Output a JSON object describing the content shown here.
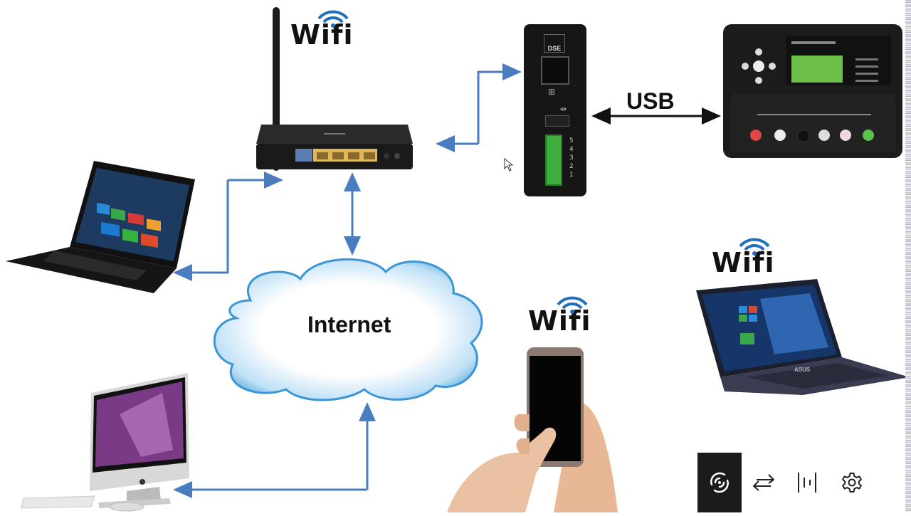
{
  "diagram": {
    "labels": {
      "wifi_router": "Wifi",
      "wifi_phone": "Wifi",
      "wifi_laptop_right": "Wifi",
      "usb": "USB",
      "internet": "Internet"
    },
    "nodes": [
      {
        "id": "router",
        "label": "Wi-Fi router with antenna"
      },
      {
        "id": "dse_gateway",
        "label": "DSE",
        "terminal_numbers": [
          "5",
          "4",
          "3",
          "2",
          "1"
        ]
      },
      {
        "id": "generator_controller",
        "label": "Generator control module"
      },
      {
        "id": "laptop_left",
        "label": "Laptop (Windows)"
      },
      {
        "id": "internet_cloud",
        "label": "Internet"
      },
      {
        "id": "imac",
        "label": "Desktop computer"
      },
      {
        "id": "smartphone",
        "label": "Smartphone in hand"
      },
      {
        "id": "laptop_right",
        "label": "ASUS laptop"
      }
    ],
    "edges": [
      {
        "from": "router",
        "to": "dse_gateway",
        "style": "blue-elbow-arrow"
      },
      {
        "from": "dse_gateway",
        "to": "generator_controller",
        "label": "USB",
        "style": "black-double-arrow"
      },
      {
        "from": "router",
        "to": "laptop_left",
        "style": "blue-elbow-double-arrow"
      },
      {
        "from": "router",
        "to": "internet_cloud",
        "style": "blue-vertical-double-arrow"
      },
      {
        "from": "internet_cloud",
        "to": "imac",
        "style": "blue-elbow-arrow"
      }
    ],
    "device_text": {
      "dse_logo": "DSE",
      "laptop_brand": "ASUS"
    },
    "colors": {
      "connector": "#4a7cc0",
      "usb_arrow": "#111111",
      "wifi_blue": "#1f6fbf",
      "cloud_edge": "#3b95d6",
      "terminal_green": "#3fae3f",
      "lcd_green": "#6cc04a"
    }
  },
  "toolbar": {
    "buttons": [
      {
        "icon": "refresh-circle-icon",
        "active": true
      },
      {
        "icon": "swap-arrows-icon",
        "active": false
      },
      {
        "icon": "audio-bars-icon",
        "active": false
      },
      {
        "icon": "gear-icon",
        "active": false
      }
    ]
  }
}
